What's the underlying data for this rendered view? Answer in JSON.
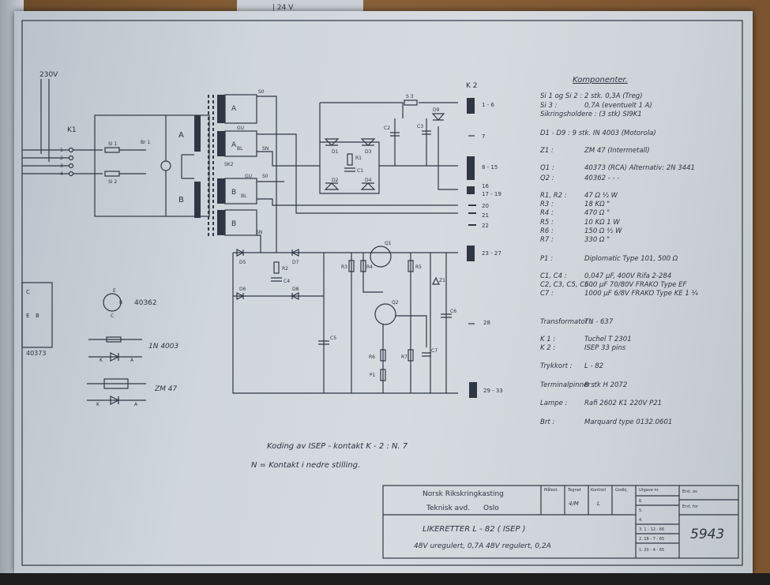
{
  "header_fragment": "| 24 V",
  "schematic": {
    "mains_label": "230V",
    "k1_label": "K1",
    "k1_pins": [
      "1",
      "2",
      "3",
      "4"
    ],
    "si1": "Si 1",
    "si2": "Si 2",
    "br1": "Br 1",
    "trafo_windings": [
      "A",
      "A",
      "B",
      "B"
    ],
    "trafo_primary": [
      "A",
      "B"
    ],
    "taps": {
      "s0a": "S0",
      "gu1": "GU",
      "bl1": "BL",
      "sn1": "SN",
      "sk2": "SK2",
      "gu2": "GU",
      "s02": "S0",
      "bl2": "BL",
      "sn2": "SN"
    },
    "k2_label": "K 2",
    "k2_pins": [
      "1 - 6",
      "7",
      "8 - 15",
      "16",
      "17 - 19",
      "20",
      "21",
      "22",
      "23 - 27",
      "28",
      "29 - 33"
    ],
    "parts": {
      "d1": "D1",
      "d2": "D2",
      "d3": "D3",
      "d4": "D4",
      "d5": "D5",
      "d6": "D6",
      "d7": "D7",
      "d8": "D8",
      "d9": "D9",
      "r1": "R1",
      "r2": "R2",
      "r3": "R3",
      "r4": "R4",
      "r5": "R5",
      "r6": "R6",
      "r7": "R7",
      "c1": "C1",
      "c2": "C2",
      "c3": "C3",
      "c4": "C4",
      "c5": "C5",
      "c6": "C6",
      "c7": "C7",
      "q1": "Q1",
      "q2": "Q2",
      "z1": "Z1",
      "p1": "P1",
      "s3": "S 3"
    },
    "legend": {
      "k1_pins": [
        "C",
        "B",
        "E"
      ],
      "q_label": "40373",
      "q2_label": "40362",
      "q_pins": [
        "E",
        "B",
        "C"
      ],
      "diode_label": "1N 4003",
      "zener_label": "ZM 47",
      "k": "K",
      "a": "A"
    },
    "notes": [
      "Koding av ISEP - kontakt  K - 2 :  N. 7",
      "N = Kontakt i nedre stilling."
    ]
  },
  "components": {
    "heading": "Komponenter.",
    "lines": [
      [
        "Si 1 og Si 2 : 2 stk. 0,3A (Treg)",
        ""
      ],
      [
        "Si 3 :",
        "0,7A (eventuelt 1 A)"
      ],
      [
        "Sikringsholdere : (3 stk)  SI9K1",
        ""
      ],
      [
        "D1 - D9 : 9 stk. IN 4003 (Motorola)",
        ""
      ],
      [
        "Z1 :",
        "ZM 47 (Intermetall)"
      ],
      [
        "Q1 :",
        "40373  (RCA) Alternativ: 2N 3441"
      ],
      [
        "Q2 :",
        "40362   - - -"
      ],
      [
        "R1, R2 :",
        "47 Ω  ½ W"
      ],
      [
        "R3 :",
        "18 KΩ  \""
      ],
      [
        "R4 :",
        "470 Ω  \""
      ],
      [
        "R5 :",
        "10 KΩ  1 W"
      ],
      [
        "R6 :",
        "150 Ω  ½ W"
      ],
      [
        "R7 :",
        "330 Ω  \""
      ],
      [
        "P1 :",
        "Diplomatic  Type 101, 500 Ω"
      ],
      [
        "C1, C4 :",
        "0,047 µF, 400V  Rifa 2-284"
      ],
      [
        "C2, C3, C5, C6 :",
        "500 µF 70/80V  FRAKO Type EF"
      ],
      [
        "C7 :",
        "1000 µF 6/8V  FRAKO Type KE 1 ¼"
      ],
      [
        "Transformator :",
        "TN - 637"
      ],
      [
        "K 1 :",
        "Tuchel  T 2301"
      ],
      [
        "K 2 :",
        "ISEP  33 pins"
      ],
      [
        "Trykkort :",
        "L - 82"
      ],
      [
        "Terminalpinner :",
        "8 stk  H 2072"
      ],
      [
        "Lampe :",
        "Rafi  2602  K1   220V  P21"
      ],
      [
        "Brt :",
        "Marquard type 0132.0601"
      ]
    ]
  },
  "title_block": {
    "org": "Norsk Rikskringkasting",
    "dept": "Teknisk avd.",
    "city": "Oslo",
    "col_headers": [
      "Målest.",
      "Tegnet",
      "Kontroll",
      "Godkj.",
      "Utgave nr.",
      "Erst. av"
    ],
    "erst_for": "Erst. for",
    "tegnet_val": "4/M",
    "kontroll_val": "L",
    "revisions": [
      "5.",
      "4.",
      "3. 1 - 12 - 66",
      "2. 18 - 7 - 65",
      "1. 20 - 4 - 65"
    ],
    "revision_top": "6.",
    "title": "LIKERETTER  L - 82  ( ISEP )",
    "subtitle": "48V uregulert, 0,7A    48V regulert, 0,2A",
    "number": "5943"
  }
}
